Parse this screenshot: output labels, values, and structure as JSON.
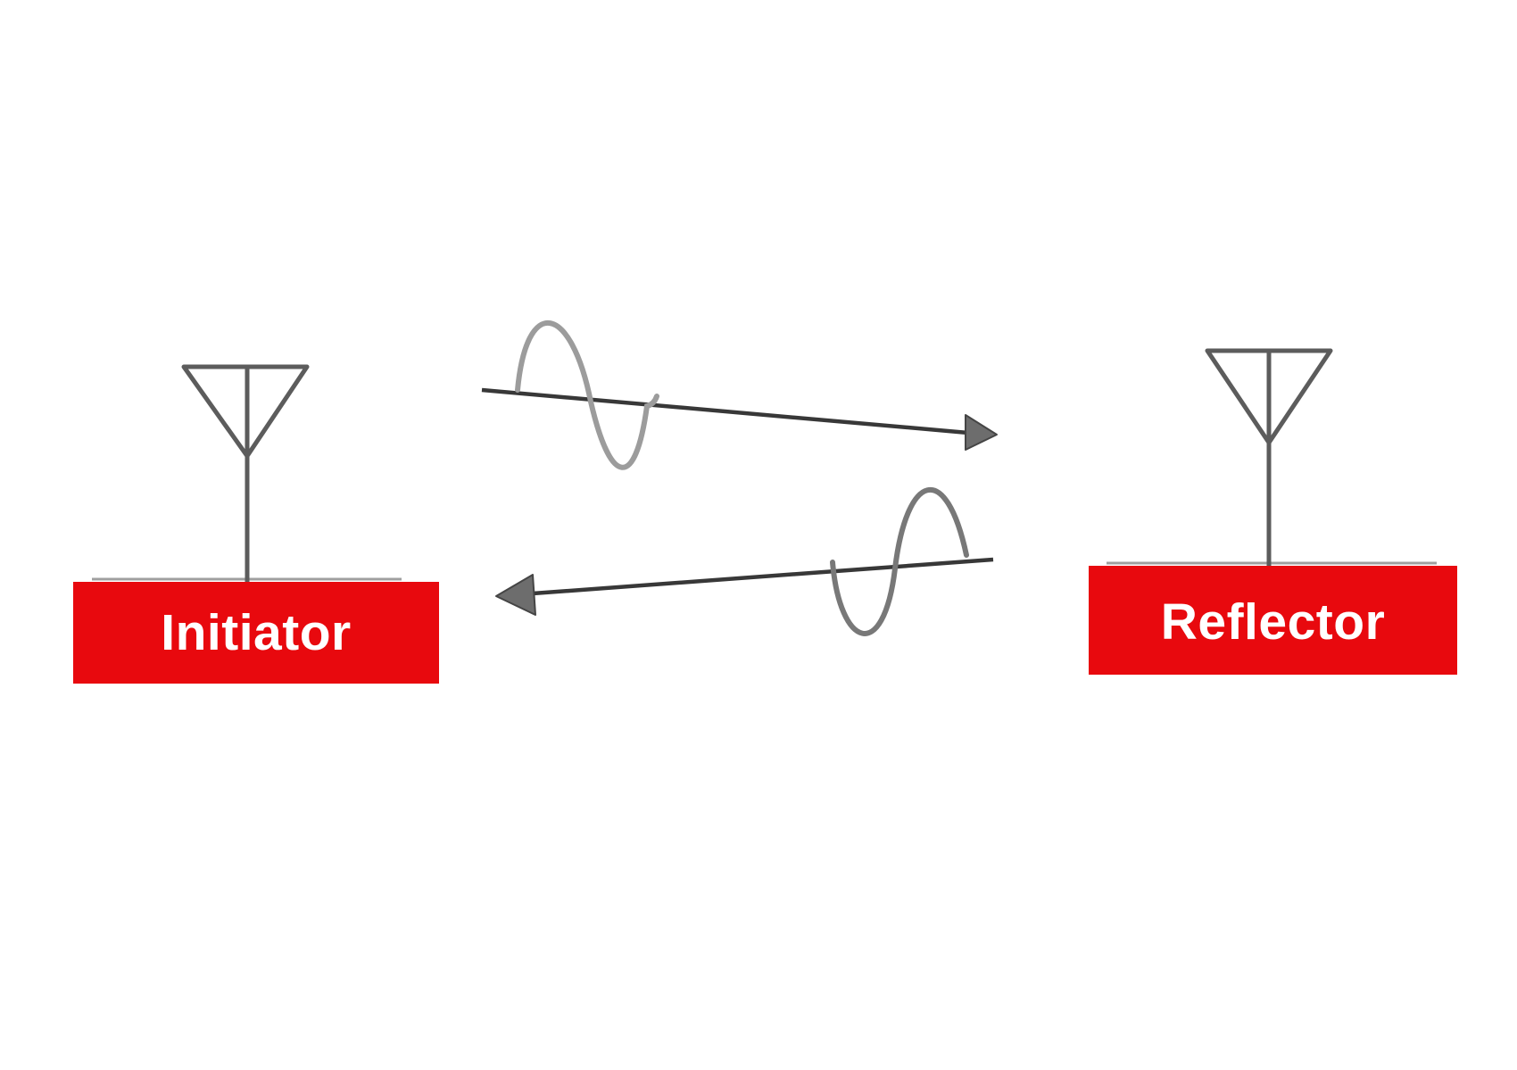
{
  "diagram": {
    "type": "two-node signal exchange diagram",
    "nodes": [
      {
        "id": "initiator",
        "label": "Initiator",
        "icon": "antenna-icon",
        "box_color": "#e8090e",
        "text_color": "#ffffff"
      },
      {
        "id": "reflector",
        "label": "Reflector",
        "icon": "antenna-icon",
        "box_color": "#e8090e",
        "text_color": "#ffffff"
      }
    ],
    "signals": [
      {
        "name": "initiator-to-reflector-signal",
        "direction": "right",
        "icon": "sine-wave-arrow-icon",
        "wave_color": "#9c9c9c"
      },
      {
        "name": "reflector-to-initiator-signal",
        "direction": "left",
        "icon": "sine-wave-arrow-icon",
        "wave_color": "#787878"
      }
    ]
  },
  "colors": {
    "background": "#ffffff",
    "node_red": "#e8090e",
    "label_white": "#ffffff",
    "antenna_gray": "#5c5c5c",
    "arrow_shaft_dark": "#383838",
    "arrowhead_fill": "#6d6d6d",
    "arrowhead_edge": "#454545",
    "wave_light_gray": "#9c9c9c",
    "wave_medium_gray": "#787878",
    "box_top_edge_gray": "#8f8f8f"
  }
}
